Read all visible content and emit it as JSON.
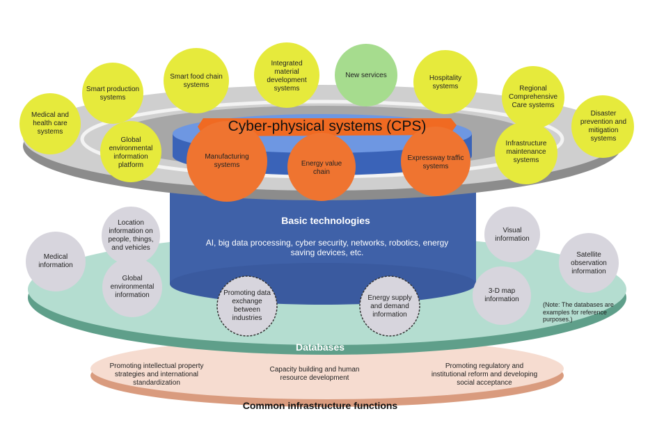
{
  "cps": {
    "title": "Cyber-physical systems (CPS)",
    "inner_systems": [
      "Manufacturing systems",
      "Energy value chain",
      "Expressway traffic systems"
    ],
    "outer_systems": [
      "Medical and health care systems",
      "Smart production systems",
      "Smart food chain systems",
      "Integrated material development systems",
      "New services",
      "Hospitality systems",
      "Regional Comprehensive Care systems",
      "Disaster prevention and mitigation systems",
      "Global environmental information platform",
      "Infrastructure maintenance systems"
    ]
  },
  "basic": {
    "title": "Basic technologies",
    "description": "AI, big data processing, cyber security, networks, robotics, energy saving devices, etc."
  },
  "databases": {
    "title": "Databases",
    "items": [
      "Medical information",
      "Location information on people, things, and vehicles",
      "Global environmental information",
      "Promoting data exchange between industries",
      "Energy supply and demand information",
      "3-D map information",
      "Visual information",
      "Satellite observation information"
    ],
    "note": "(Note: The databases are examples for reference purposes.)"
  },
  "common": {
    "title": "Common infrastructure functions",
    "items": [
      "Promoting intellectual property strategies and international standardization",
      "Capacity building and human resource development",
      "Promoting regulatory and institutional reform and developing social acceptance"
    ]
  },
  "colors": {
    "yellow": "#e6ea3c",
    "green": "#a6dc8e",
    "orange": "#ef7430",
    "blue_cylinder": "#3f61a8",
    "teal_disk": "#b4ddd0",
    "salmon_disk": "#f6dcd0",
    "grey_circle": "#d7d5dd"
  }
}
